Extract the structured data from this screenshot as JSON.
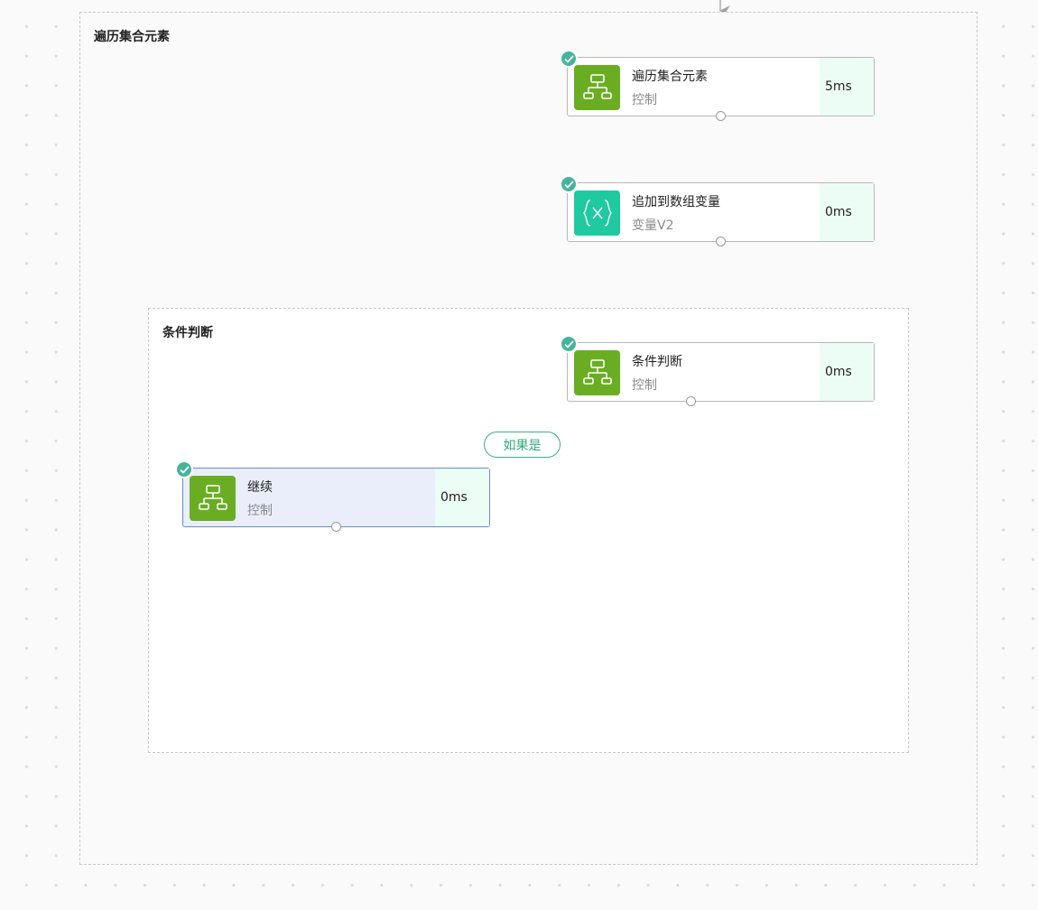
{
  "groups": {
    "outer": {
      "title": "遍历集合元素"
    },
    "inner": {
      "title": "条件判断"
    }
  },
  "nodes": {
    "foreach": {
      "title": "遍历集合元素",
      "subtitle": "控制",
      "time": "5ms",
      "icon": "flow-tree-icon",
      "icon_color": "#6aad23",
      "status": "success"
    },
    "append": {
      "title": "追加到数组变量",
      "subtitle": "变量V2",
      "time": "0ms",
      "icon": "variable-braces-icon",
      "icon_color": "#1fcaa1",
      "status": "success"
    },
    "condition": {
      "title": "条件判断",
      "subtitle": "控制",
      "time": "0ms",
      "icon": "flow-tree-icon",
      "icon_color": "#6aad23",
      "status": "success"
    },
    "continue": {
      "title": "继续",
      "subtitle": "控制",
      "time": "0ms",
      "icon": "flow-tree-icon",
      "icon_color": "#6aad23",
      "status": "success",
      "selected": true
    }
  },
  "edges": {
    "if_true_label": "如果是"
  },
  "colors": {
    "success": "#45b59a",
    "time_bg": "#ecfdf5",
    "selected_border": "#6b86d6",
    "connector": "#a0a0a6"
  }
}
